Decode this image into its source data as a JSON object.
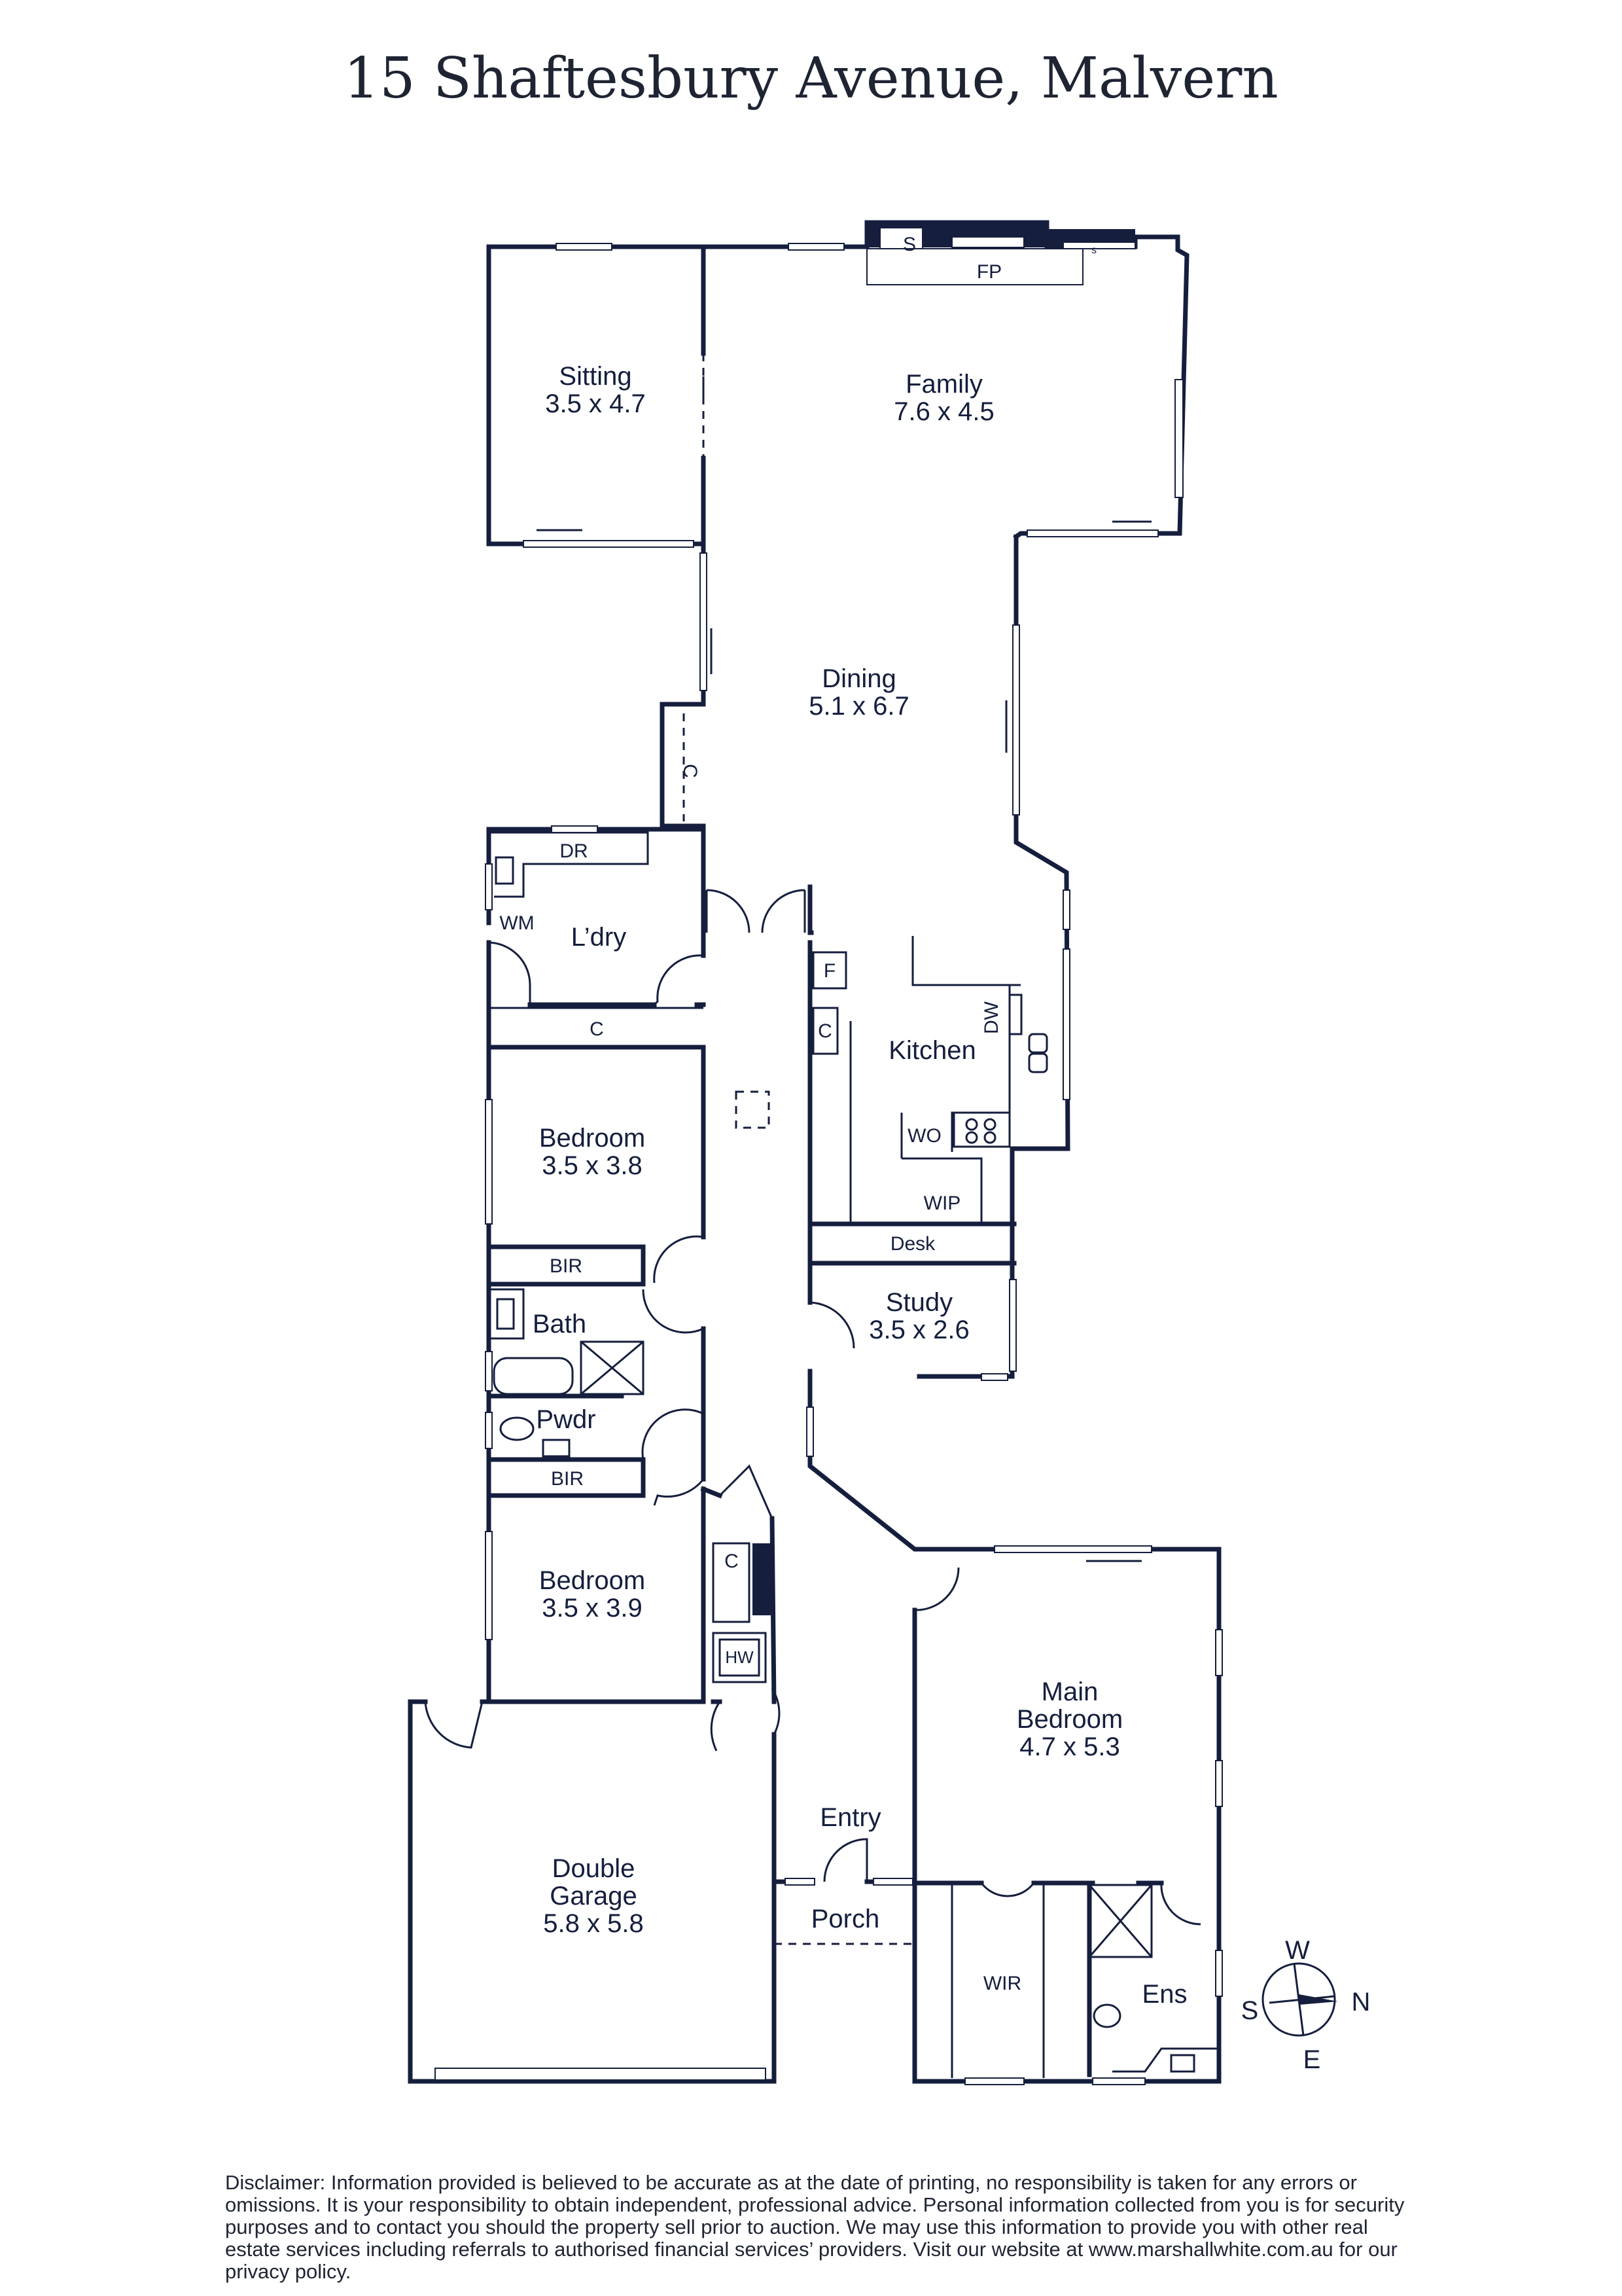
{
  "title": "15 Shaftesbury Avenue, Malvern",
  "rooms": {
    "sitting": {
      "name": "Sitting",
      "size": "3.5 x 4.7"
    },
    "family": {
      "name": "Family",
      "size": "7.6 x 4.5"
    },
    "dining": {
      "name": "Dining",
      "size": "5.1 x 6.7"
    },
    "laundry": {
      "name": "L’dry"
    },
    "kitchen": {
      "name": "Kitchen"
    },
    "bedroom1": {
      "name": "Bedroom",
      "size": "3.5 x 3.8"
    },
    "bath": {
      "name": "Bath"
    },
    "pwdr": {
      "name": "Pwdr"
    },
    "study": {
      "name": "Study",
      "size": "3.5 x 2.6"
    },
    "bedroom2": {
      "name": "Bedroom",
      "size": "3.5 x 3.9"
    },
    "main_bedroom": {
      "name1": "Main",
      "name2": "Bedroom",
      "size": "4.7 x 5.3"
    },
    "garage": {
      "name1": "Double",
      "name2": "Garage",
      "size": "5.8 x 5.8"
    },
    "entry": {
      "name": "Entry"
    },
    "porch": {
      "name": "Porch"
    },
    "wir": {
      "name": "WIR"
    },
    "ens": {
      "name": "Ens"
    }
  },
  "fixtures": {
    "s": "S",
    "s_small": "s",
    "fp": "FP",
    "c": "C",
    "dr": "DR",
    "wm": "WM",
    "f": "F",
    "dw": "DW",
    "wo": "WO",
    "wip": "WIP",
    "desk": "Desk",
    "bir": "BIR",
    "hw": "HW"
  },
  "compass": {
    "w": "W",
    "n": "N",
    "s": "S",
    "e": "E"
  },
  "disclaimer": "Disclaimer: Information provided is believed to be accurate as at the date of printing, no responsibility is taken for any errors or omissions. It is your responsibility to obtain independent, professional advice. Personal information collected from you is for security purposes and to contact you should the property sell prior to auction. We may use this information to provide you with other real estate services including referrals to authorised financial services’ providers. Visit our website at www.marshallwhite.com.au for our privacy policy."
}
